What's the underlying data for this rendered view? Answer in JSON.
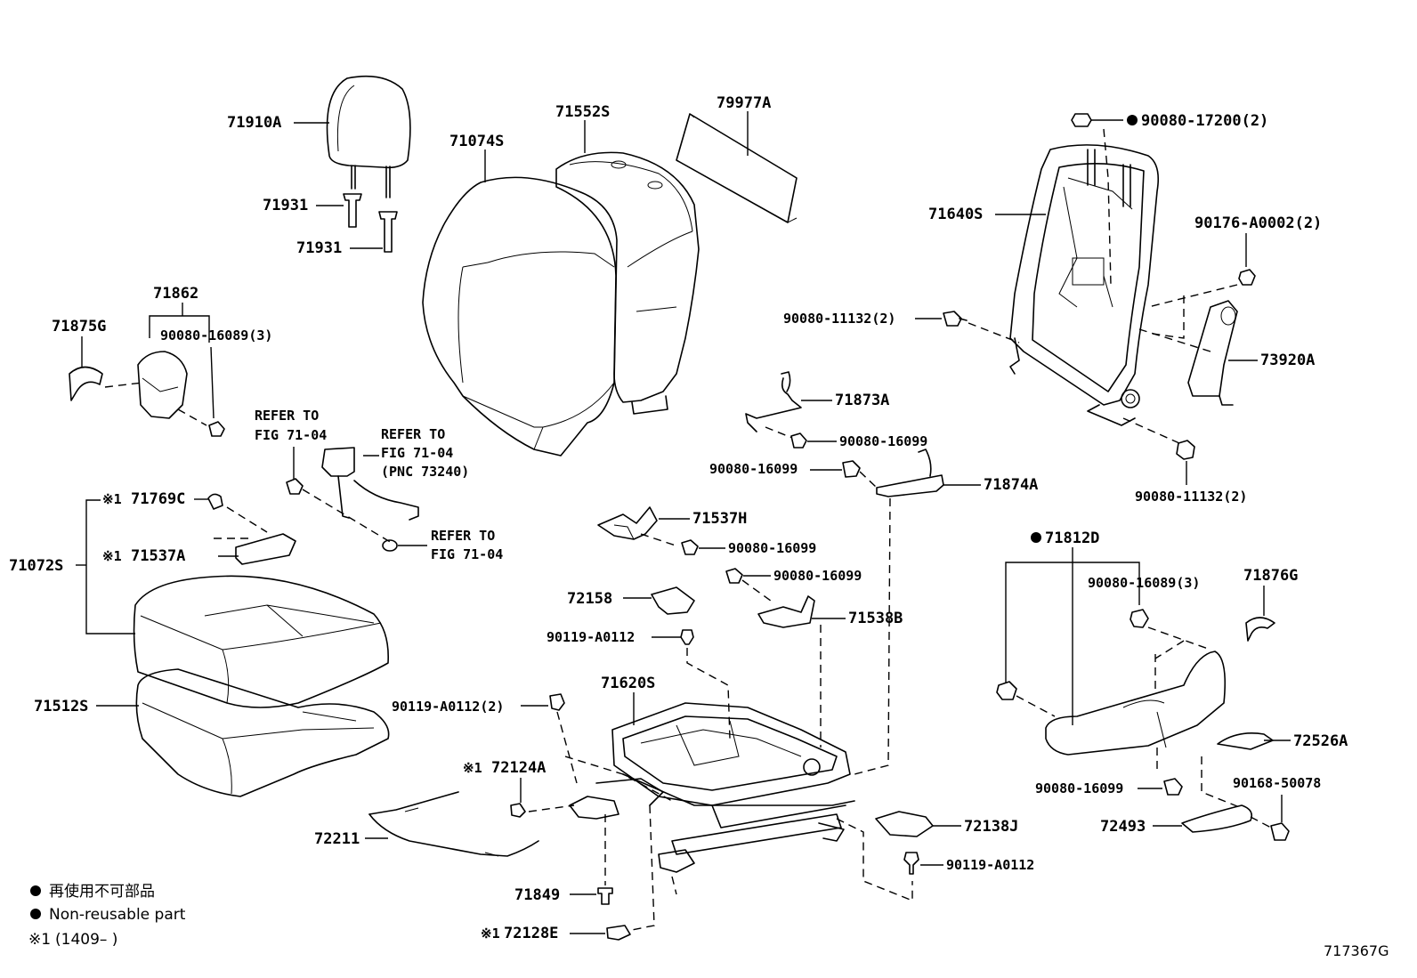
{
  "figure_code": "717367G",
  "legend": {
    "non_reusable_jp": "再使用不可部品",
    "non_reusable_en": "Non-reusable part",
    "note_mark": "※1",
    "note_range": "(1409–     )"
  },
  "refer_notes": {
    "refer1_line1": "REFER TO",
    "refer1_line2": "FIG 71-04",
    "refer2_line1": "REFER TO",
    "refer2_line2": "FIG 71-04",
    "refer2_line3": "(PNC 73240)",
    "refer3_line1": "REFER TO",
    "refer3_line2": "FIG 71-04"
  },
  "parts": {
    "p71910A": "71910A",
    "p71931a": "71931",
    "p71931b": "71931",
    "p71074S": "71074S",
    "p71552S": "71552S",
    "p79977A": "79977A",
    "p90080_17200": "90080-17200(2)",
    "p71640S": "71640S",
    "p90176_A0002": "90176-A0002(2)",
    "p90080_11132a": "90080-11132(2)",
    "p73920A": "73920A",
    "p90080_11132b": "90080-11132(2)",
    "p71862": "71862",
    "p71875G": "71875G",
    "p90080_16089a": "90080-16089(3)",
    "p71873A": "71873A",
    "p90080_16099a": "90080-16099",
    "p90080_16099b": "90080-16099",
    "p71874A": "71874A",
    "p71769C": "71769C",
    "p71537A": "71537A",
    "p71072S": "71072S",
    "p71537H": "71537H",
    "p90080_16099c": "90080-16099",
    "p90080_16099d": "90080-16099",
    "p72158": "72158",
    "p71538B": "71538B",
    "p90119_A0112a": "90119-A0112",
    "p71812D": "71812D",
    "p90080_16089b": "90080-16089(3)",
    "p71876G": "71876G",
    "p71512S": "71512S",
    "p90119_A0112b": "90119-A0112(2)",
    "p71620S": "71620S",
    "p72526A": "72526A",
    "p72124A": "72124A",
    "p90080_16099e": "90080-16099",
    "p90168_50078": "90168-50078",
    "p72493": "72493",
    "p72211": "72211",
    "p72138J": "72138J",
    "p90119_A0112c": "90119-A0112",
    "p71849": "71849",
    "p72128E": "72128E"
  },
  "marks": {
    "m1": "※1",
    "m2": "※1",
    "m3": "※1",
    "m4": "※1"
  }
}
